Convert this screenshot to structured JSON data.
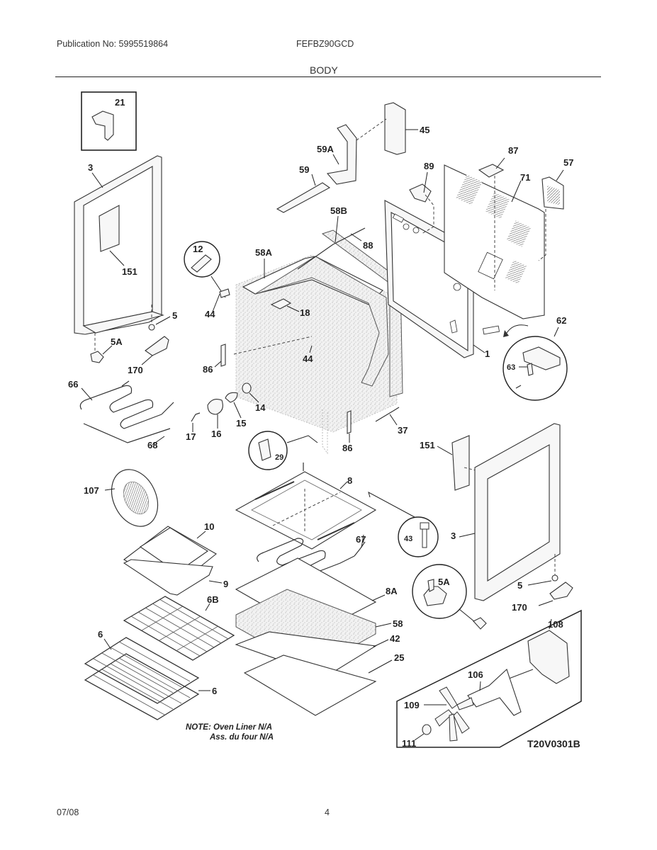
{
  "header": {
    "publication": "Publication No: 5995519864",
    "model": "FEFBZ90GCD",
    "section_title": "BODY"
  },
  "footer": {
    "date": "07/08",
    "page_number": "4"
  },
  "diagram": {
    "drawing_code": "T20V0301B",
    "note_line1": "NOTE: Oven Liner N/A",
    "note_line2": "Ass. du four N/A",
    "labels": {
      "p21": "21",
      "p3_left": "3",
      "p151_left": "151",
      "p5_left": "5",
      "p5A_left": "5A",
      "p170_left": "170",
      "p66": "66",
      "p68": "68",
      "p12": "12",
      "p44_top": "44",
      "p58A": "58A",
      "p18": "18",
      "p86_left": "86",
      "p44_mid": "44",
      "p14": "14",
      "p15": "15",
      "p16": "16",
      "p17": "17",
      "p29": "29",
      "p86_right": "86",
      "p37": "37",
      "p45": "45",
      "p59A": "59A",
      "p59": "59",
      "p58B": "58B",
      "p88": "88",
      "p89": "89",
      "p87": "87",
      "p71": "71",
      "p57": "57",
      "p1": "1",
      "p62": "62",
      "p63": "63",
      "p107": "107",
      "p10": "10",
      "p9": "9",
      "p6B": "6B",
      "p6_upper": "6",
      "p6_lower": "6",
      "p8": "8",
      "p43": "43",
      "p67": "67",
      "p8A": "8A",
      "p58": "58",
      "p42": "42",
      "p25": "25",
      "p151_right": "151",
      "p3_right": "3",
      "p5_right": "5",
      "p5A_right": "5A",
      "p170_right": "170",
      "p108": "108",
      "p106": "106",
      "p109": "109",
      "p111": "111"
    }
  }
}
